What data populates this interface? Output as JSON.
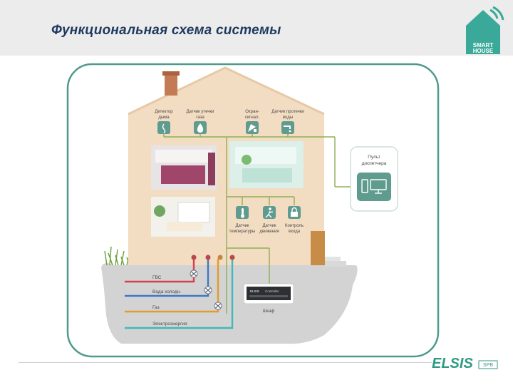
{
  "title": "Функциональная схема системы",
  "logo": {
    "line1": "SMART",
    "line2": "HOUSE",
    "icon": "house-wifi-icon"
  },
  "brand": {
    "text": "ELSIS",
    "suffix": "SPB"
  },
  "top_sensors": [
    {
      "label1": "Детектор",
      "label2": "дыма",
      "icon": "smoke-detector-icon"
    },
    {
      "label1": "Датчик утечки",
      "label2": "газа",
      "icon": "gas-flame-icon"
    },
    {
      "label1": "Охран-",
      "label2": "сигнал.",
      "icon": "siren-icon"
    },
    {
      "label1": "Датчик протечки",
      "label2": "воды",
      "icon": "water-tap-icon"
    }
  ],
  "mid_sensors": [
    {
      "label1": "Датчик",
      "label2": "температуры",
      "icon": "thermometer-icon"
    },
    {
      "label1": "Датчик",
      "label2": "движения",
      "icon": "motion-person-icon"
    },
    {
      "label1": "Контроль",
      "label2": "входа",
      "icon": "lock-icon"
    }
  ],
  "console": {
    "label1": "Пульт",
    "label2": "диспетчера",
    "icon": "monitor-icon"
  },
  "controller": {
    "label": "Шкаф",
    "brand": "ELSIS",
    "model": "Controller"
  },
  "utilities": [
    {
      "label": "ГВС",
      "color": "#d6404a"
    },
    {
      "label": "Вода холодн.",
      "color": "#3f78c4"
    },
    {
      "label": "Газ",
      "color": "#e39b2c"
    },
    {
      "label": "Электроэнергия",
      "color": "#3fb9b9"
    }
  ],
  "colors": {
    "teal": "#5f9b8e",
    "wall": "#f2ddc3",
    "roof_wall": "#efd8bd",
    "ground": "#d2d2d2",
    "frame": "#4f9a8c",
    "line": "#8fae56"
  }
}
